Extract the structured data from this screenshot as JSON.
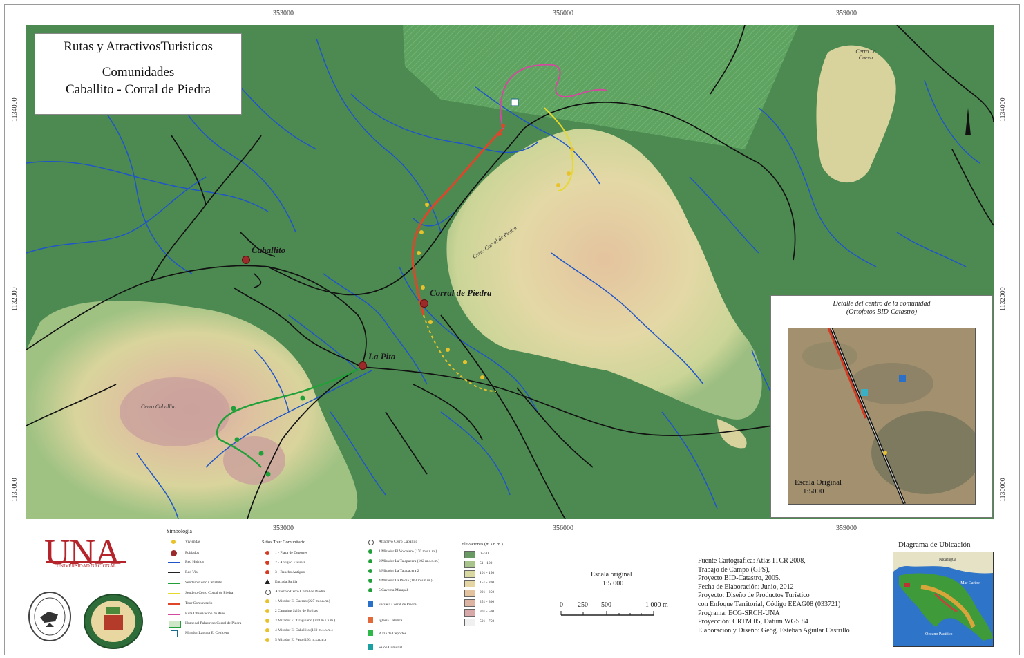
{
  "title": {
    "line1": "Rutas y AtractivosTuristicos",
    "line2": "Comunidades",
    "line3": "Caballito - Corral de Piedra"
  },
  "coords": {
    "top": [
      "353000",
      "356000",
      "359000"
    ],
    "bottom": [
      "353000",
      "356000",
      "359000"
    ],
    "left": [
      "1134000",
      "1132000",
      "1130000"
    ],
    "right": [
      "1134000",
      "1132000",
      "1130000"
    ]
  },
  "places": {
    "caballito": "Caballito",
    "corral": "Corral de Piedra",
    "lapita": "La Pita",
    "cerro_caballito": "Cerro Caballito",
    "cerro_corral": "Cerro Corral de Piedra",
    "cerro_la_cueva": "Cerro La Cueva"
  },
  "inset": {
    "title1": "Detalle del centro de la comunidad",
    "title2": "(Ortofotos BID-Catastro)",
    "scale_label": "Escala Original",
    "scale_value": "1:5000"
  },
  "legend": {
    "simbologia": "Simbología",
    "items": [
      "Viviendas",
      "Poblados",
      "Red Hídrica",
      "Red Vial",
      "Sendero Cerro Caballito",
      "Sendero Cerro Corral de Piedra",
      "Tour Comunitario",
      "Ruta Observación de Aves",
      "Humedal Palustrino Corral de Piedra",
      "Mirador Laguna El Cenicero"
    ],
    "sitios_title": "Sitios Tour Comunitario",
    "sitios": [
      "1 - Plaza de Deportes",
      "2 - Antiguo Escuela",
      "3 - Rancho Antiguo",
      "Entrada Salida",
      "Atractivo Cerro Corral de Piedra",
      "1 Mirador El Cuerno (227 m.s.n.m.)",
      "2 Camping Salón de Bolitas",
      "3 Mirador El Tiraguiano (218 m.s.n.m.)",
      "4 Mirador El Caballito (160 m.s.n.m.)",
      "5 Mirador El Paso (193 m.s.n.m.)"
    ],
    "cab_title": "Atractivo Cerro Caballito",
    "cab": [
      "1 Mirador El Volcalero (170 m.s.n.m.)",
      "2 Mirador La Talapacera (102 m.s.n.m.)",
      "3 Mirador La Talapacera 2",
      "4 Mirador La Piscia (103 m.s.n.m.)",
      "5 Caverna Marapah",
      "Escuela Corral de Piedra",
      "Iglesia Católica",
      "Plaza de Deportes",
      "Salón Comunal"
    ],
    "elev_title": "Elevaciones (m.s.n.m.)",
    "elev": [
      "0 - 50",
      "51 - 100",
      "101 - 150",
      "151 - 200",
      "201 - 250",
      "251 - 300",
      "301 - 500",
      "501 - 750"
    ],
    "elev_colors": [
      "#6a9a64",
      "#a9c48a",
      "#d8d8a0",
      "#e4d5a2",
      "#e2c39e",
      "#ddb4a2",
      "#d9a9a9",
      "#f0f0f0"
    ]
  },
  "scale": {
    "label1": "Escala original",
    "label2": "1:5 000",
    "ticks": [
      "0",
      "250",
      "500",
      "1 000 m"
    ]
  },
  "source_lines": [
    "Fuente Cartográfica: Atlas ITCR 2008,",
    "Trabajo de Campo (GPS),",
    "Proyecto BID-Catastro, 2005.",
    "Fecha de Elaboración: Junio, 2012",
    "Proyecto: Diseño de Productos Turístico",
    "con Enfoque Territorial, Código EEAG08 (033721)",
    "Programa:  ECG-SRCH-UNA",
    "Proyección: CRTM 05, Datum WGS 84",
    "Elaboración y Diseño: Geóg. Esteban Aguilar Castrillo"
  ],
  "logo": {
    "text": "UNA",
    "sub": "UNIVERSIDAD NACIONAL"
  },
  "diagram": {
    "title": "Diagrama de Ubicación",
    "sea": "Mar Caribe",
    "pacific": "Océano Pacífico",
    "nicaragua": "Nicaragua"
  },
  "colors": {
    "green": "#4d8a52",
    "rivers": "#1f55c8",
    "roads": "#111111",
    "route_red": "#e0452a",
    "route_yellow": "#e7d92b",
    "route_magenta": "#d24aa0",
    "trail_green": "#21a03a",
    "una_red": "#b5242a"
  }
}
